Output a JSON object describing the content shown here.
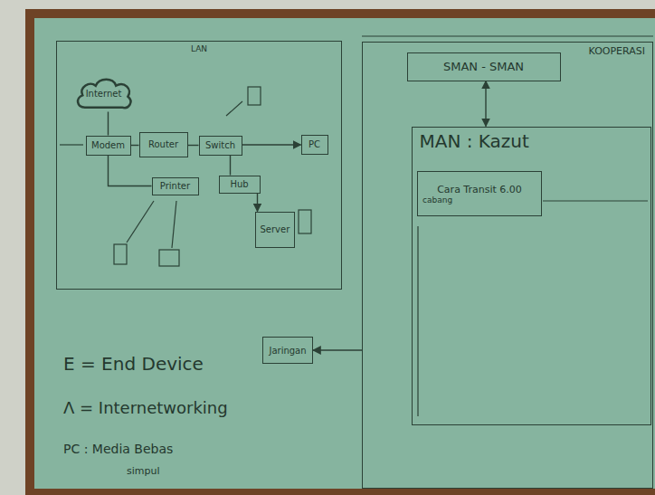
{
  "diagram": {
    "nodes": [
      {
        "text": [
          "LAN"
        ]
      },
      {
        "text": [
          "Internet"
        ],
        "in": 0
      },
      {
        "text": [
          "Modem"
        ],
        "in": 0
      },
      {
        "text": [
          "Router"
        ],
        "in": 0
      },
      {
        "text": [
          "Switch"
        ],
        "in": 0
      },
      {
        "text": [
          "PC"
        ],
        "in": 0
      },
      {
        "text": [
          "Hub"
        ],
        "in": 0
      },
      {
        "text": [
          "Printer"
        ],
        "in": 0
      },
      {
        "text": [
          "Server"
        ],
        "in": 0
      },
      {
        "text": [
          "KOOPERASI"
        ]
      },
      {
        "text": [
          "SMAN - SMAN"
        ],
        "in": 9
      },
      {
        "text": [
          "MAN : Kazut"
        ],
        "in": 9
      },
      {
        "text": [
          "Cara Transit 6.00",
          "cabang"
        ],
        "in": 11
      },
      {
        "text": [
          "Jaringan"
        ]
      }
    ],
    "edges": [
      {
        "from": 1,
        "to": 2,
        "arrow": "none"
      },
      {
        "from": 2,
        "to": 3,
        "arrow": "none"
      },
      {
        "from": 3,
        "to": 4,
        "arrow": "none"
      },
      {
        "from": 4,
        "to": 5,
        "arrow": "to"
      },
      {
        "from": 2,
        "to": 7,
        "arrow": "none"
      },
      {
        "from": 4,
        "to": 6,
        "arrow": "none"
      },
      {
        "from": 6,
        "to": 8,
        "arrow": "to"
      },
      {
        "from": 10,
        "to": 11,
        "arrow": "both"
      },
      {
        "from": 9,
        "to": 13,
        "arrow": "to"
      }
    ],
    "labels": [
      "E = End Device",
      "Λ = Internetworking",
      "PC : Media Bebas",
      "simpul"
    ]
  }
}
